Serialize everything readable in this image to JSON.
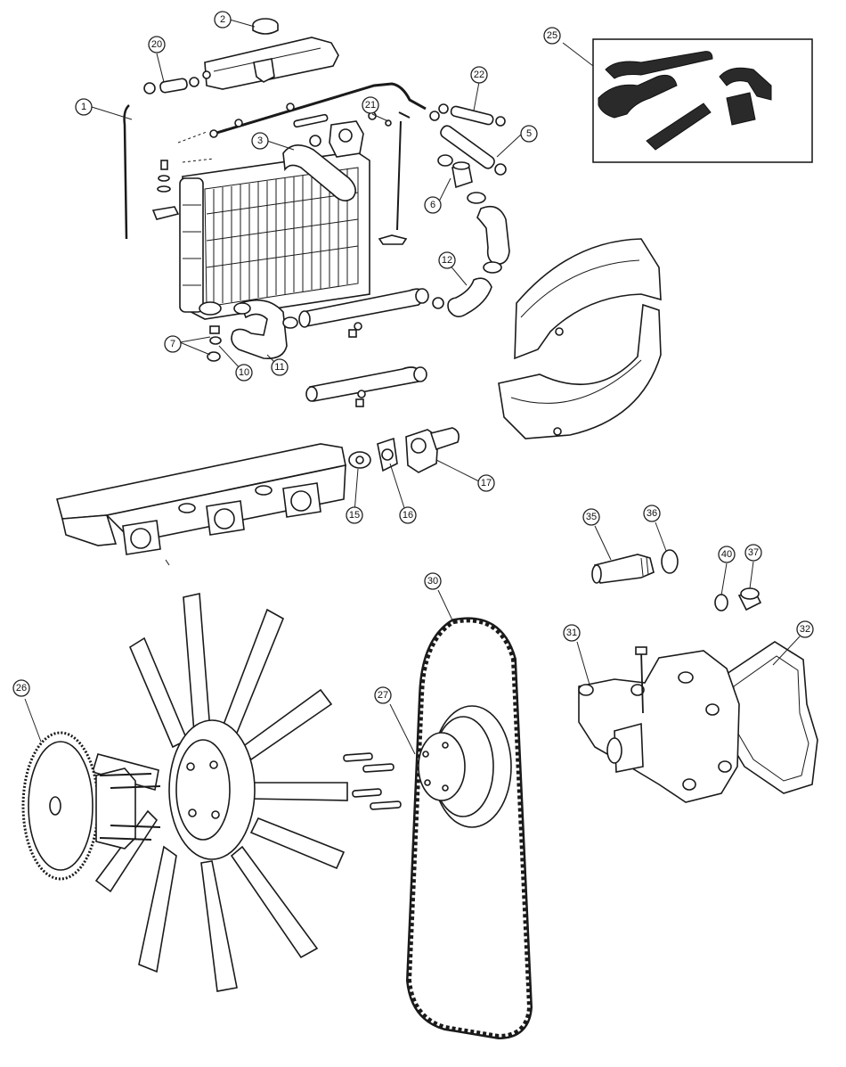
{
  "diagram": {
    "callouts": [
      "1",
      "2",
      "3",
      "5",
      "6",
      "7",
      "10",
      "11",
      "12",
      "15",
      "16",
      "17",
      "20",
      "21",
      "22",
      "25",
      "26",
      "27",
      "30",
      "31",
      "32",
      "35",
      "36",
      "37",
      "40"
    ]
  },
  "colors": {
    "line": "#1a1a1a",
    "background": "#ffffff",
    "hose": "#2a2a2a"
  }
}
